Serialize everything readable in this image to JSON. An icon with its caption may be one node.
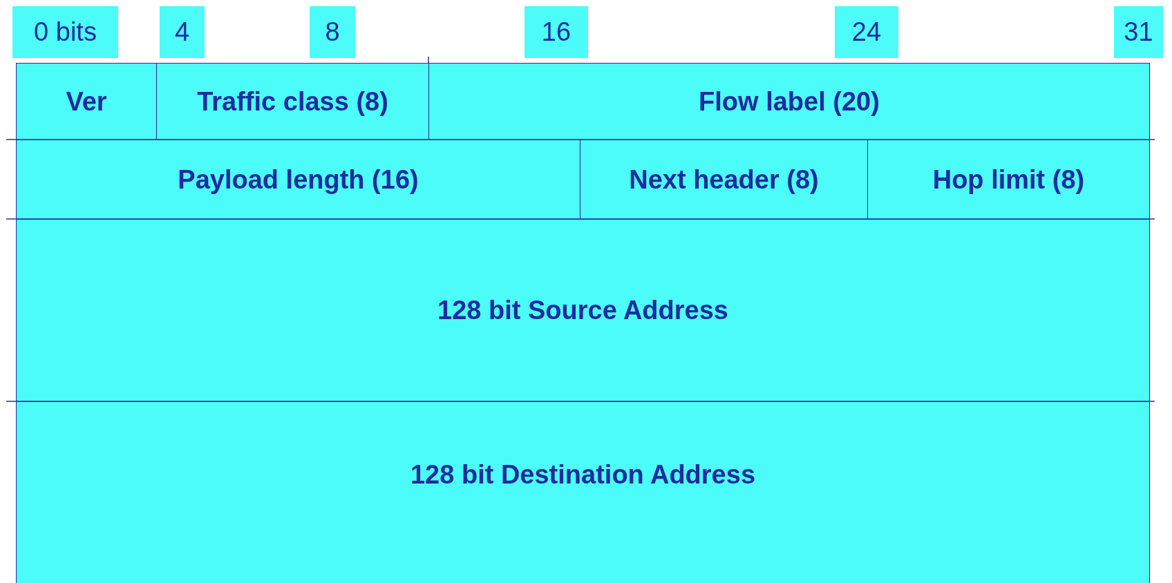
{
  "diagram": {
    "nodes": [
      {
        "text": [
          "Ver"
        ]
      },
      {
        "text": [
          "Traffic class (8)"
        ]
      },
      {
        "text": [
          "Flow label (20)"
        ]
      },
      {
        "text": [
          "Payload length (16)"
        ]
      },
      {
        "text": [
          "Next header (8)"
        ]
      },
      {
        "text": [
          "Hop limit (8)"
        ]
      },
      {
        "text": [
          "128 bit Source Address"
        ]
      },
      {
        "text": [
          "128 bit Destination Address"
        ]
      }
    ],
    "labels": [
      "0 bits",
      "4",
      "8",
      "16",
      "24",
      "31"
    ]
  }
}
